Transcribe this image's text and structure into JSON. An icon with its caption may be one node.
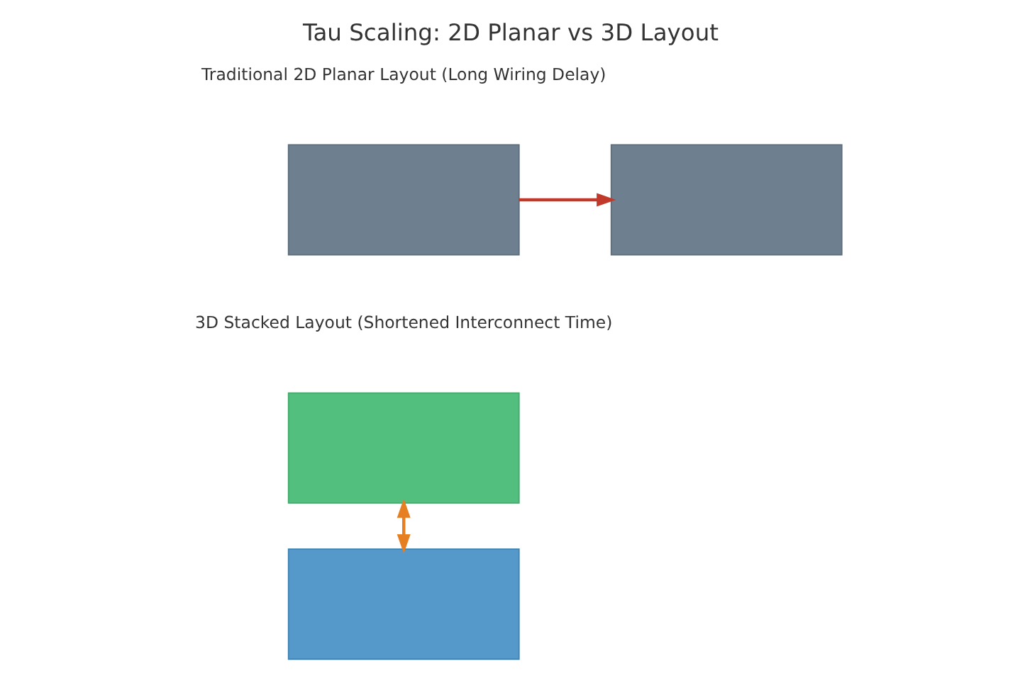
{
  "diagram": {
    "title": "Tau Scaling: 2D Planar vs 3D Layout",
    "nodes": [
      {
        "text": [],
        "shape": "box"
      },
      {
        "text": [],
        "shape": "box"
      },
      {
        "text": [],
        "shape": "box"
      },
      {
        "text": [],
        "shape": "box"
      }
    ],
    "edges": [
      {
        "from": 0,
        "to": 1,
        "arrow": "to",
        "color": "#c0392b"
      },
      {
        "from": 2,
        "to": 3,
        "arrow": "both",
        "color": "#e67e22"
      }
    ],
    "labels": [
      "Traditional 2D Planar Layout (Long Wiring Delay)",
      "3D Stacked Layout (Shortened Interconnect Time)"
    ]
  }
}
